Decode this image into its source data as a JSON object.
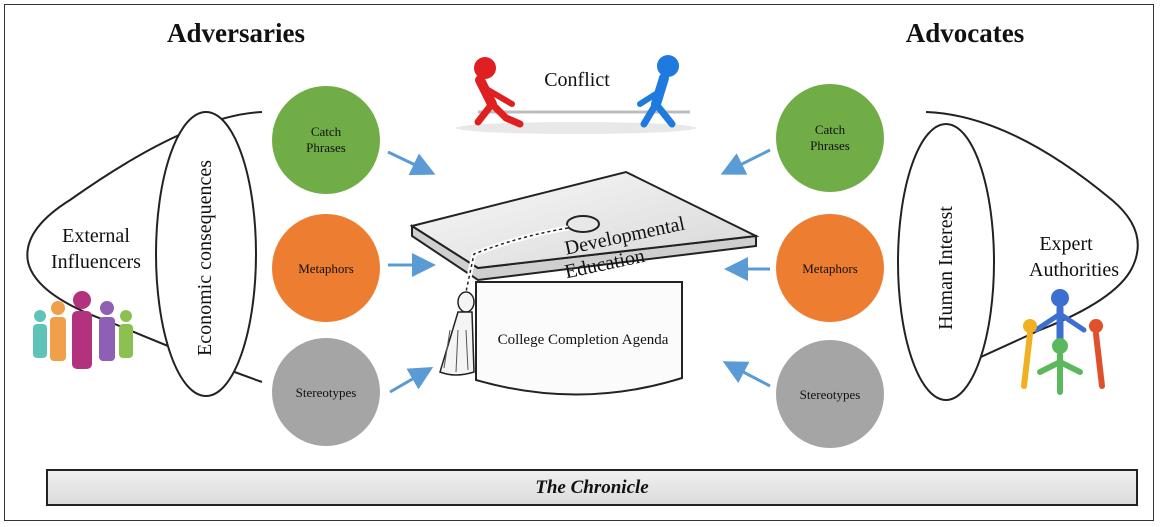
{
  "headings": {
    "left": "Adversaries",
    "right": "Advocates",
    "conflict": "Conflict"
  },
  "left_group": {
    "outer_label_line1": "External",
    "outer_label_line2": "Influencers",
    "inner_label": "Economic consequences",
    "icon": "people-group-icon"
  },
  "right_group": {
    "outer_label_line1": "Expert",
    "outer_label_line2": "Authorities",
    "inner_label": "Human Interest",
    "icon": "people-circle-icon"
  },
  "circles_left": [
    {
      "line1": "Catch",
      "line2": "Phrases",
      "color": "#70ad47"
    },
    {
      "line1": "Metaphors",
      "line2": "",
      "color": "#ed7d31"
    },
    {
      "line1": "Stereotypes",
      "line2": "",
      "color": "#a5a5a5"
    }
  ],
  "circles_right": [
    {
      "line1": "Catch",
      "line2": "Phrases",
      "color": "#70ad47"
    },
    {
      "line1": "Metaphors",
      "line2": "",
      "color": "#ed7d31"
    },
    {
      "line1": "Stereotypes",
      "line2": "",
      "color": "#a5a5a5"
    }
  ],
  "center": {
    "cap_line1": "Developmental",
    "cap_line2": "Education",
    "base_label": "College Completion Agenda",
    "icon": "graduation-cap-icon"
  },
  "footer": {
    "label": "The Chronicle"
  },
  "colors": {
    "arrow": "#5b9bd5",
    "red_figure": "#e02020",
    "blue_figure": "#1f7ae0"
  }
}
